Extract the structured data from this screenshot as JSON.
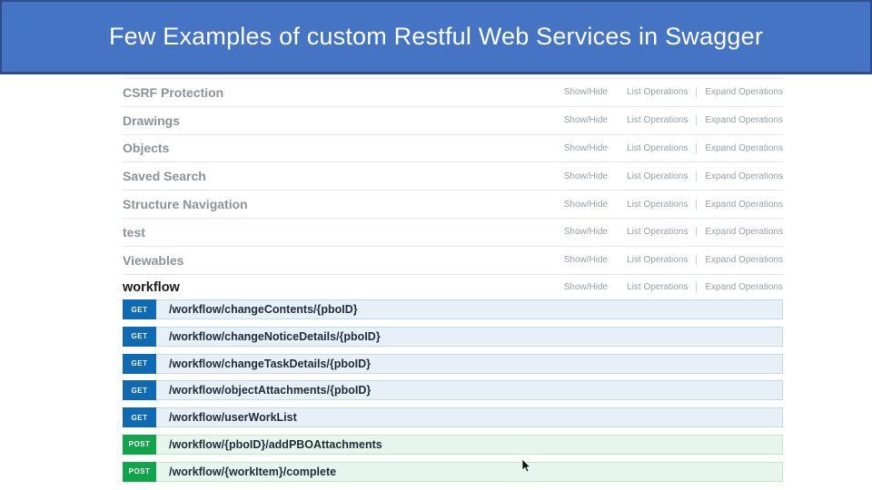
{
  "header": {
    "title": "Few Examples of custom Restful Web Services in Swagger"
  },
  "colors": {
    "banner_bg": "#4674c4",
    "banner_border": "#2e4c8a",
    "get_badge": "#0f6ab4",
    "get_row_bg": "#e7f0f7",
    "get_row_border": "#c3d9ec",
    "post_badge": "#10a54a",
    "post_row_bg": "#e7f6ec",
    "post_row_border": "#c3e8d1",
    "section_title": "#8d9298",
    "expanded_title": "#1b1b1b"
  },
  "links": {
    "show_hide": "Show/Hide",
    "list_operations": "List Operations",
    "expand_operations": "Expand Operations"
  },
  "sections": [
    {
      "label": "CSRF Protection",
      "expanded": false
    },
    {
      "label": "Drawings",
      "expanded": false
    },
    {
      "label": "Objects",
      "expanded": false
    },
    {
      "label": "Saved Search",
      "expanded": false
    },
    {
      "label": "Structure Navigation",
      "expanded": false
    },
    {
      "label": "test",
      "expanded": false
    },
    {
      "label": "Viewables",
      "expanded": false
    },
    {
      "label": "workflow",
      "expanded": true
    }
  ],
  "endpoints": [
    {
      "method": "GET",
      "path": "/workflow/changeContents/{pboID}"
    },
    {
      "method": "GET",
      "path": "/workflow/changeNoticeDetails/{pboID}"
    },
    {
      "method": "GET",
      "path": "/workflow/changeTaskDetails/{pboID}"
    },
    {
      "method": "GET",
      "path": "/workflow/objectAttachments/{pboID}"
    },
    {
      "method": "GET",
      "path": "/workflow/userWorkList"
    },
    {
      "method": "POST",
      "path": "/workflow/{pboID}/addPBOAttachments"
    },
    {
      "method": "POST",
      "path": "/workflow/{workItem}/complete"
    }
  ],
  "icons": {
    "cursor": "arrow-pointer"
  }
}
